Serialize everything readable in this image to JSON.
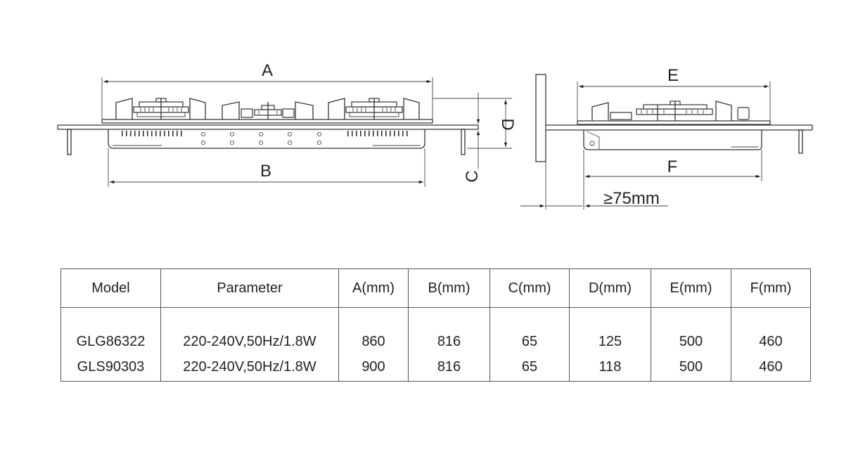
{
  "diagram": {
    "labels": {
      "a": "A",
      "b": "B",
      "c": "C",
      "d": "D",
      "e": "E",
      "f": "F",
      "clearance": "≥75mm"
    }
  },
  "table": {
    "headers": [
      "Model",
      "Parameter",
      "A(mm)",
      "B(mm)",
      "C(mm)",
      "D(mm)",
      "E(mm)",
      "F(mm)"
    ],
    "rows": [
      [
        "GLG86322",
        "220-240V,50Hz/1.8W",
        "860",
        "816",
        "65",
        "125",
        "500",
        "460"
      ],
      [
        "GLS90303",
        "220-240V,50Hz/1.8W",
        "900",
        "816",
        "65",
        "118",
        "500",
        "460"
      ]
    ]
  }
}
